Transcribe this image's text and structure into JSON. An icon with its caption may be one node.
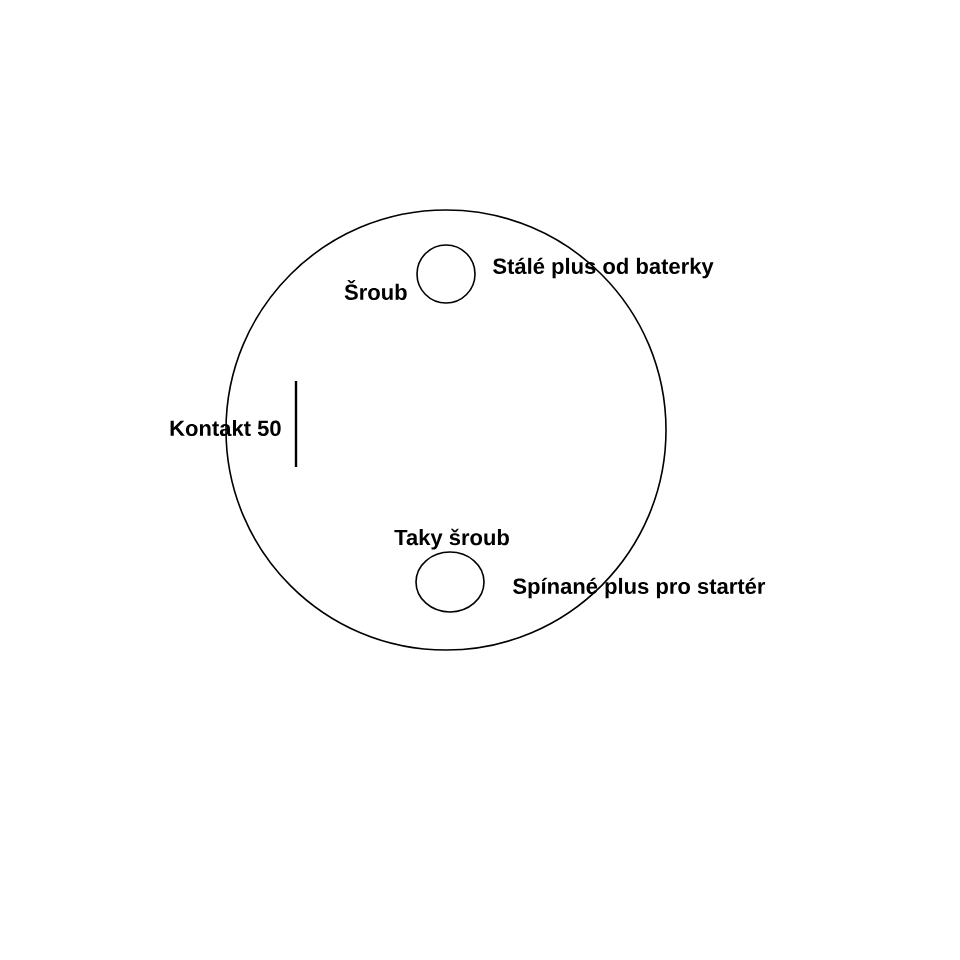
{
  "diagram": {
    "nodes": [
      {
        "text": [],
        "shape": "circle"
      },
      {
        "text": [],
        "shape": "circle",
        "in": 0,
        "beside": [
          "Šroub",
          "Stálé plus od baterky"
        ]
      },
      {
        "text": [],
        "shape": "bar",
        "in": 0,
        "beside": [
          "Kontakt 50"
        ]
      },
      {
        "text": [],
        "shape": "circle",
        "in": 0,
        "beside": [
          "Taky šroub",
          "Spínané plus pro startér"
        ]
      }
    ]
  }
}
